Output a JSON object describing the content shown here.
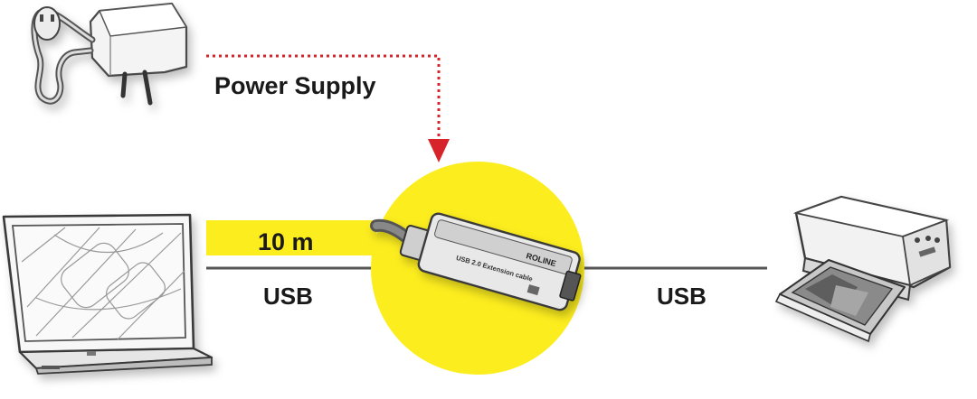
{
  "labels": {
    "power_supply": "Power Supply",
    "cable_length": "10 m",
    "usb_left": "USB",
    "usb_right": "USB"
  },
  "device": {
    "brand": "ROLINE",
    "name": "USB 2.0 Extension cable"
  },
  "colors": {
    "highlight": "#fced1f",
    "power_line": "#d6242a",
    "cable_line": "#555555",
    "text": "#1a1a1a"
  },
  "icons": [
    "power-adapter-icon",
    "laptop-icon",
    "usb-extender-icon",
    "printer-icon",
    "arrow-down-icon"
  ]
}
